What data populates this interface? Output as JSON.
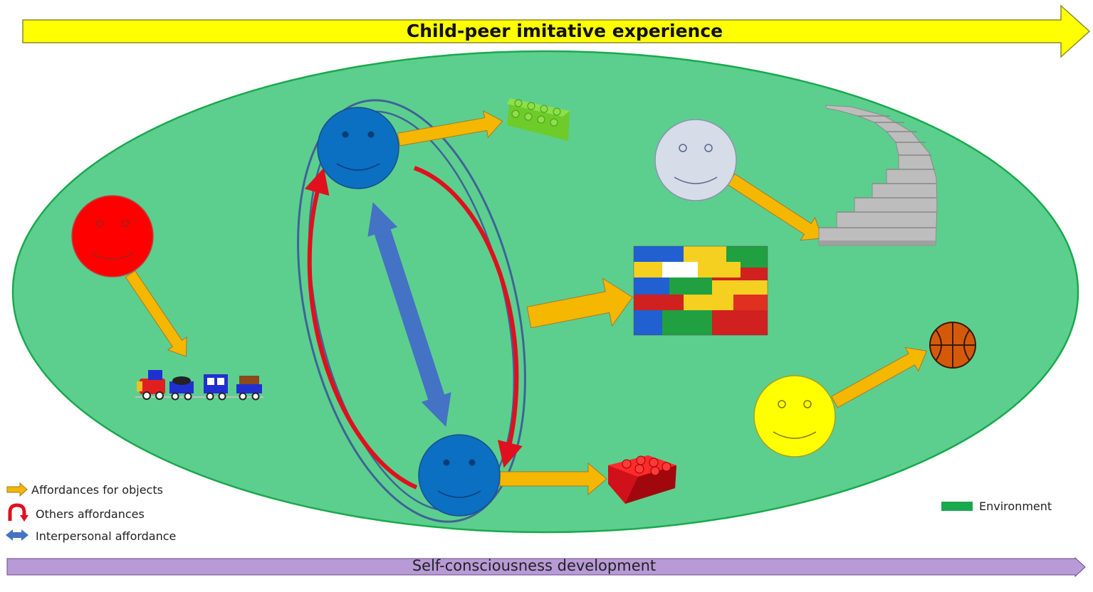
{
  "header_arrow": {
    "label": "Child-peer imitative experience",
    "color": "#ffff00"
  },
  "footer_arrow": {
    "label": "Self-consciousness  development",
    "color": "#b89ad6"
  },
  "legend": {
    "objects": "Affordances for objects",
    "others": "Others affordances",
    "interpersonal": "Interpersonal affordance",
    "environment": "Environment"
  },
  "colors": {
    "environment": "#5ccf8e",
    "object_arrow": "#f5b700",
    "others_arrow": "#e0101e",
    "interpersonal_arrow": "#4472c4",
    "dyad_outline": "#3f6397"
  },
  "children": [
    {
      "id": "red-child",
      "color": "#ff0000"
    },
    {
      "id": "blue-child-top",
      "color": "#0b6fc2"
    },
    {
      "id": "blue-child-bottom",
      "color": "#0b6fc2"
    },
    {
      "id": "grey-child",
      "color": "#d6dce8"
    },
    {
      "id": "yellow-child",
      "color": "#ffff00"
    }
  ],
  "objects": [
    "toy-train",
    "green-lego-brick",
    "lego-wall",
    "red-lego-brick",
    "staircase",
    "basketball"
  ]
}
